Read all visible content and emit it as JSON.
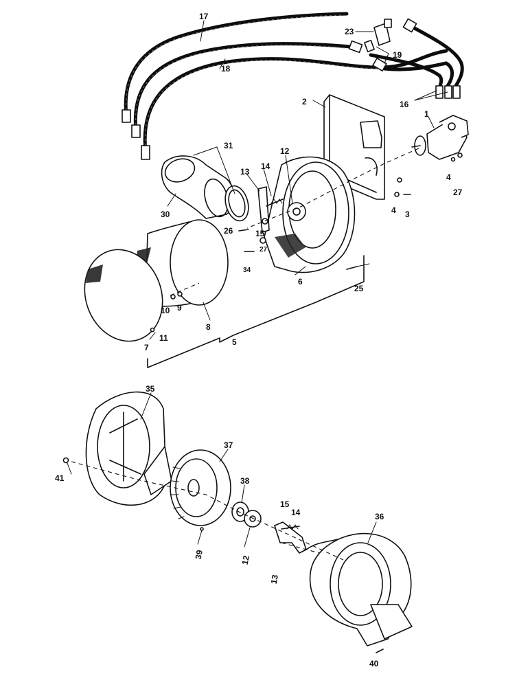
{
  "callouts": [
    {
      "id": "c17",
      "text": "17"
    },
    {
      "id": "c18",
      "text": "18"
    },
    {
      "id": "c23",
      "text": "23"
    },
    {
      "id": "c19",
      "text": "19"
    },
    {
      "id": "c16",
      "text": "16"
    },
    {
      "id": "c1",
      "text": "1"
    },
    {
      "id": "c2",
      "text": "2"
    },
    {
      "id": "c31",
      "text": "31"
    },
    {
      "id": "c12a",
      "text": "12"
    },
    {
      "id": "c14a",
      "text": "14"
    },
    {
      "id": "c13a",
      "text": "13"
    },
    {
      "id": "c30",
      "text": "30"
    },
    {
      "id": "c26",
      "text": "26"
    },
    {
      "id": "c15a",
      "text": "15"
    },
    {
      "id": "c27a",
      "text": "27"
    },
    {
      "id": "c34",
      "text": "34"
    },
    {
      "id": "c4a",
      "text": "4"
    },
    {
      "id": "c27b",
      "text": "27"
    },
    {
      "id": "c4b",
      "text": "4"
    },
    {
      "id": "c3",
      "text": "3"
    },
    {
      "id": "c6",
      "text": "6"
    },
    {
      "id": "c25",
      "text": "25"
    },
    {
      "id": "c10",
      "text": "10"
    },
    {
      "id": "c9",
      "text": "9"
    },
    {
      "id": "c8",
      "text": "8"
    },
    {
      "id": "c11",
      "text": "11"
    },
    {
      "id": "c7",
      "text": "7"
    },
    {
      "id": "c5",
      "text": "5"
    },
    {
      "id": "c35",
      "text": "35"
    },
    {
      "id": "c37",
      "text": "37"
    },
    {
      "id": "c41",
      "text": "41"
    },
    {
      "id": "c38",
      "text": "38"
    },
    {
      "id": "c15b",
      "text": "15"
    },
    {
      "id": "c14b",
      "text": "14"
    },
    {
      "id": "c36",
      "text": "36"
    },
    {
      "id": "c39",
      "text": "39"
    },
    {
      "id": "c12b",
      "text": "12"
    },
    {
      "id": "c13b",
      "text": "13"
    },
    {
      "id": "c40",
      "text": "40"
    }
  ]
}
